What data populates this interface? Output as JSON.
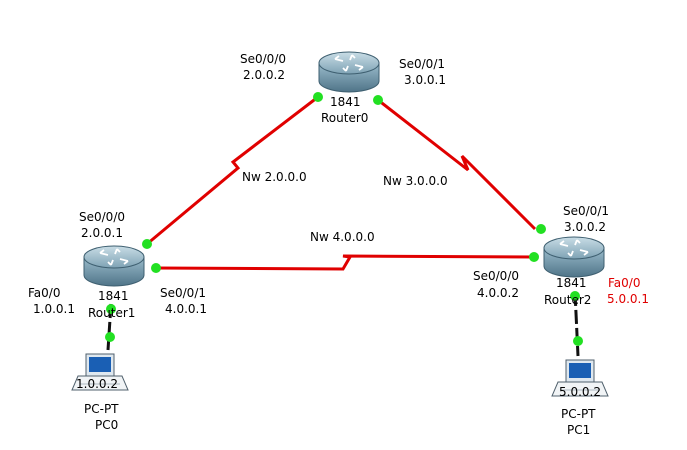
{
  "colors": {
    "link": "#e00000",
    "port": "#22e022",
    "pc_link": "#111111",
    "router": "#6a8fa3"
  },
  "routers": {
    "r0": {
      "model": "1841",
      "name": "Router0"
    },
    "r1": {
      "model": "1841",
      "name": "Router1"
    },
    "r2": {
      "model": "1841",
      "name": "Router2"
    }
  },
  "pcs": {
    "pc0": {
      "type": "PC-PT",
      "name": "PC0",
      "ip": "1.0.0.2"
    },
    "pc1": {
      "type": "PC-PT",
      "name": "PC1",
      "ip": "5.0.0.2"
    }
  },
  "networks": {
    "nw2": "Nw 2.0.0.0",
    "nw3": "Nw 3.0.0.0",
    "nw4": "Nw 4.0.0.0"
  },
  "interfaces": {
    "r0_se000": {
      "name": "Se0/0/0",
      "ip": "2.0.0.2"
    },
    "r0_se001": {
      "name": "Se0/0/1",
      "ip": "3.0.0.1"
    },
    "r1_se000": {
      "name": "Se0/0/0",
      "ip": "2.0.0.1"
    },
    "r1_se001": {
      "name": "Se0/0/1",
      "ip": "4.0.0.1"
    },
    "r1_fa00": {
      "name": "Fa0/0",
      "ip": "1.0.0.1"
    },
    "r2_se001": {
      "name": "Se0/0/1",
      "ip": "3.0.0.2"
    },
    "r2_se000": {
      "name": "Se0/0/0",
      "ip": "4.0.0.2"
    },
    "r2_fa00": {
      "name": "Fa0/0",
      "ip": "5.0.0.1"
    }
  }
}
